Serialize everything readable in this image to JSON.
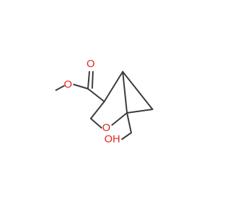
{
  "molecule": {
    "bond_color": "#3a3a3a",
    "heteroatom_color": "#e2231a",
    "labels": {
      "ester_ether_o": "O",
      "carbonyl_o": "O",
      "ring_o": "O",
      "hydroxyl": "OH"
    }
  }
}
